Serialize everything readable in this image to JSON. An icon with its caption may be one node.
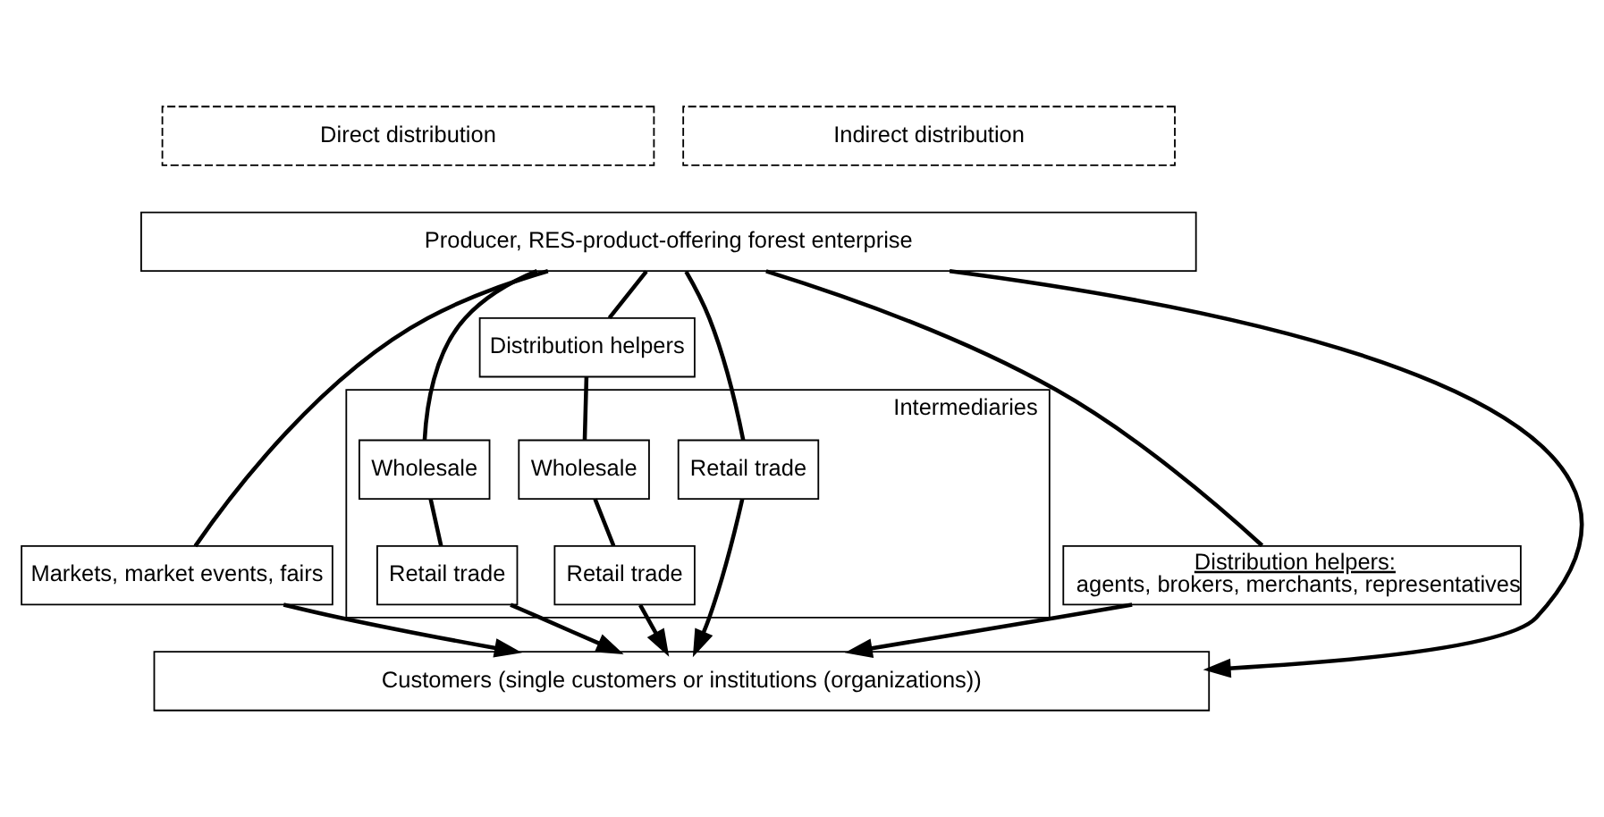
{
  "diagram": {
    "nodes": [
      {
        "text": [
          "Direct distribution"
        ]
      },
      {
        "text": [
          "Indirect distribution"
        ]
      },
      {
        "text": [
          "Producer, RES-product-offering forest enterprise"
        ]
      },
      {
        "text": [
          "Markets, market events, fairs"
        ]
      },
      {
        "text": [
          "Distribution helpers:",
          "agents, brokers, merchants, representatives"
        ]
      },
      {
        "text": [
          "Distribution helpers"
        ]
      },
      {
        "text": [
          "Intermediaries"
        ]
      },
      {
        "text": [
          "Retail trade"
        ],
        "in": 6
      },
      {
        "text": [
          "Wholesale"
        ],
        "in": 6
      },
      {
        "text": [
          "Retail trade"
        ],
        "in": 6
      },
      {
        "text": [
          "Wholesale"
        ],
        "in": 6
      },
      {
        "text": [
          "Retail trade"
        ],
        "in": 6
      },
      {
        "text": [
          "Customers (single customers or institutions (organizations))"
        ]
      }
    ],
    "edges": [
      {
        "from": 2,
        "to": 12,
        "arrow": "to"
      },
      {
        "from": 2,
        "to": 3,
        "arrow": "none"
      },
      {
        "from": 3,
        "to": 12,
        "arrow": "to"
      },
      {
        "from": 2,
        "to": 4,
        "arrow": "none"
      },
      {
        "from": 4,
        "to": 12,
        "arrow": "to"
      },
      {
        "from": 2,
        "to": 7,
        "arrow": "none"
      },
      {
        "from": 7,
        "to": 12,
        "arrow": "to"
      },
      {
        "from": 2,
        "to": 8,
        "arrow": "none"
      },
      {
        "from": 8,
        "to": 9,
        "arrow": "none"
      },
      {
        "from": 9,
        "to": 12,
        "arrow": "to"
      },
      {
        "from": 2,
        "to": 5,
        "arrow": "none"
      },
      {
        "from": 5,
        "to": 10,
        "arrow": "none"
      },
      {
        "from": 10,
        "to": 11,
        "arrow": "none"
      },
      {
        "from": 11,
        "to": 12,
        "arrow": "to"
      }
    ]
  }
}
